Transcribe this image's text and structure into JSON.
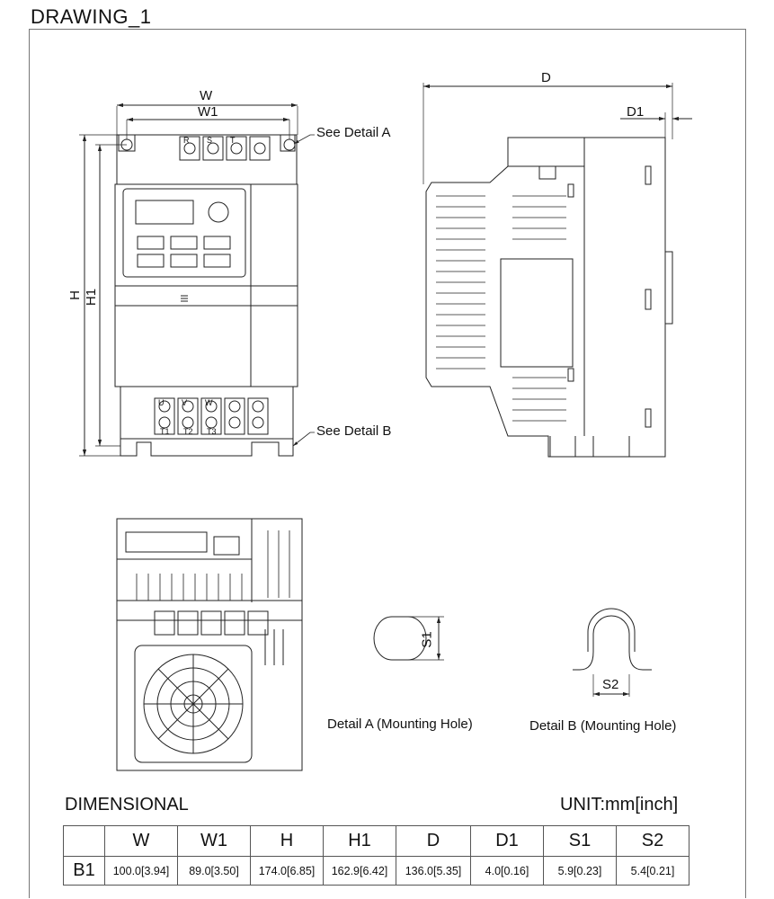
{
  "title": "DRAWING_1",
  "labels": {
    "w": "W",
    "w1": "W1",
    "h": "H",
    "h1": "H1",
    "d": "D",
    "d1": "D1",
    "s1": "S1",
    "s2": "S2",
    "see_detail_a": "See Detail A",
    "see_detail_b": "See Detail B",
    "detail_a": "Detail A (Mounting Hole)",
    "detail_b": "Detail B (Mounting Hole)",
    "terminal_top": [
      "R",
      "S",
      "T"
    ],
    "terminal_bottom": [
      "U",
      "V",
      "W"
    ],
    "terminal_bottom_sub": [
      "T1",
      "T2",
      "T3"
    ]
  },
  "table": {
    "heading": "DIMENSIONAL",
    "unit": "UNIT:mm[inch]",
    "columns": [
      "",
      "W",
      "W1",
      "H",
      "H1",
      "D",
      "D1",
      "S1",
      "S2"
    ],
    "rows": [
      {
        "model": "B1",
        "values": [
          "100.0[3.94]",
          "89.0[3.50]",
          "174.0[6.85]",
          "162.9[6.42]",
          "136.0[5.35]",
          "4.0[0.16]",
          "5.9[0.23]",
          "5.4[0.21]"
        ]
      }
    ]
  }
}
